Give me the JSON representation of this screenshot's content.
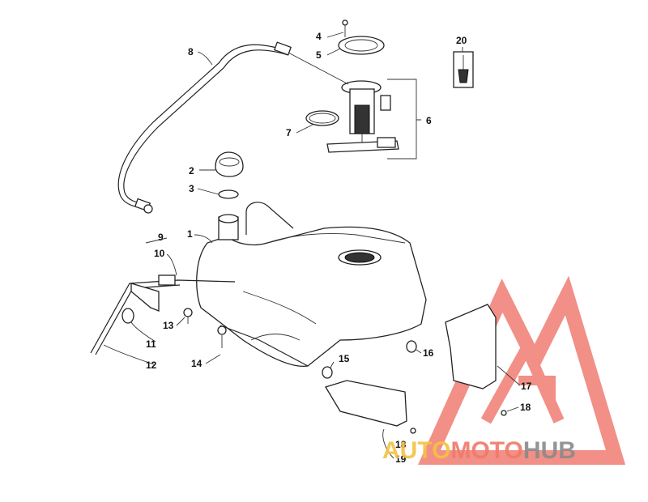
{
  "callouts": {
    "c1": "1",
    "c2": "2",
    "c3": "3",
    "c4": "4",
    "c5": "5",
    "c6": "6",
    "c7": "7",
    "c8": "8",
    "c9": "9",
    "c10": "10",
    "c11": "11",
    "c12": "12",
    "c13": "13",
    "c14": "14",
    "c15": "15",
    "c16": "16",
    "c17": "17",
    "c18a": "18",
    "c18b": "18",
    "c19": "19",
    "c20": "20"
  },
  "watermark": {
    "part1": "AUTO",
    "part2": "MOTO",
    "part3": "HUB",
    "color_auto": "#f5c242",
    "color_moto": "#f07a6a",
    "color_hub": "#8a8a8a",
    "logo_color": "#ee6a60"
  }
}
